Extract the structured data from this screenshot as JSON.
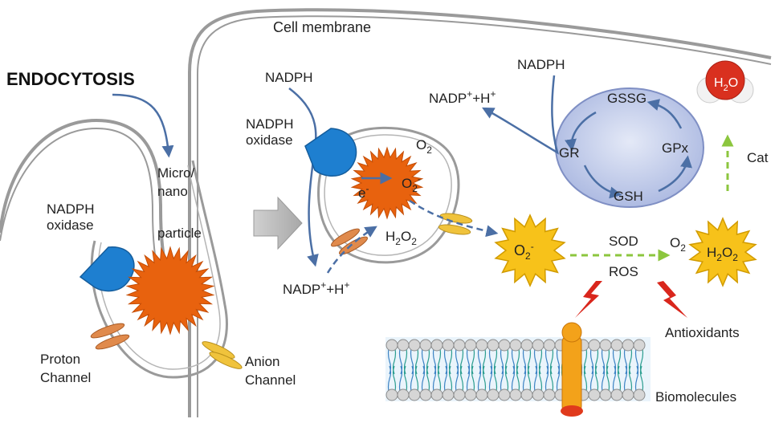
{
  "labels": {
    "endocytosis": "ENDOCYTOSIS",
    "cell_membrane": "Cell membrane",
    "nadph_oxidase_left_1": "NADPH",
    "nadph_oxidase_left_2": "oxidase",
    "particle_1": "Micro/",
    "particle_2": "nano",
    "particle_3": "particle",
    "proton_1": "Proton",
    "proton_2": "Channel",
    "anion_1": "Anion",
    "anion_2": "Channel",
    "nadph_top": "NADPH",
    "nadph_oxidase_mid_1": "NADPH",
    "nadph_oxidase_mid_2": "oxidase",
    "o2_vesicle": "O",
    "o2_vesicle_sub": "2",
    "electron": "e",
    "electron_sup": "-",
    "superoxide_vesicle": "O",
    "superoxide_vesicle_sub": "2",
    "superoxide_vesicle_sup": "-",
    "h2o2_vesicle_a": "H",
    "h2o2_vesicle_sub1": "2",
    "h2o2_vesicle_b": "O",
    "h2o2_vesicle_sub2": "2",
    "nadp_bottom": "NADP",
    "nadp_bottom_sup": "+",
    "nadp_bottom_rest": "+H",
    "nadp_bottom_sup2": "+",
    "nadph_right": "NADPH",
    "nadp_right": "NADP",
    "nadp_right_sup": "+",
    "nadp_right_rest": "+H",
    "nadp_right_sup2": "+",
    "gssg": "GSSG",
    "gr": "GR",
    "gpx": "GPx",
    "gsh": "GSH",
    "h2o_a": "H",
    "h2o_sub": "2",
    "h2o_b": "O",
    "cat": "Cat",
    "superoxide_star": "O",
    "superoxide_star_sub": "2",
    "superoxide_star_sup": "-",
    "sod": "SOD",
    "ros": "ROS",
    "o2_right": "O",
    "o2_right_sub": "2",
    "h2o2_star_a": "H",
    "h2o2_star_sub1": "2",
    "h2o2_star_b": "O",
    "h2o2_star_sub2": "2",
    "antioxidants": "Antioxidants",
    "biomolecules": "Biomolecules"
  },
  "colors": {
    "membrane": "#9a9a9a",
    "arrow_blue": "#4b6fa5",
    "nadph_oxidase": "#1e7fd0",
    "particle": "#e8620e",
    "star_yellow": "#f7c21a",
    "channel_orange": "#e08a4c",
    "channel_yellow": "#f0c33c",
    "cycle_fill": "#c9d3ee",
    "dashed_green": "#8cc63e",
    "lightning": "#d9261c",
    "h2o_red": "#d9301f"
  },
  "icons": [
    "nadph-oxidase-icon",
    "particle-icon",
    "superoxide-star-icon",
    "h2o2-star-icon",
    "h2o-molecule-icon",
    "lightning-icon",
    "lipid-bilayer-icon"
  ]
}
